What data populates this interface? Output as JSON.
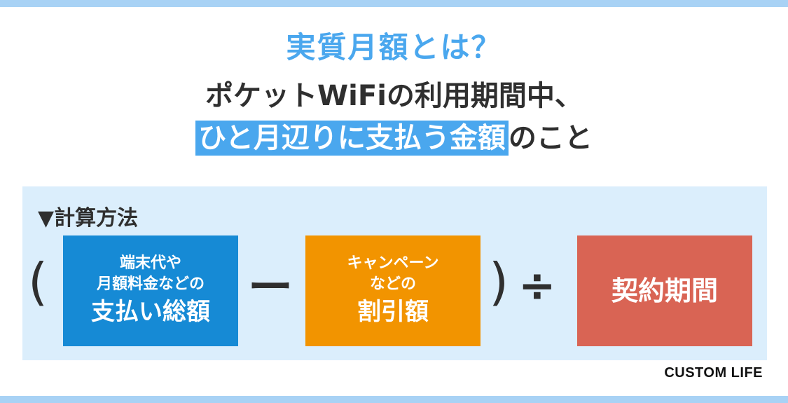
{
  "colors": {
    "border": "#a8d2f5",
    "accent_blue": "#4aa7ee",
    "highlight_bg": "#4aa7ee",
    "panel_bg": "#dbeefc",
    "box1_bg": "#168ad5",
    "box2_bg": "#f29400",
    "box3_bg": "#d96454"
  },
  "header": {
    "title": "実質月額とは？",
    "line1": "ポケットWiFiの利用期間中、",
    "line2_highlight": "ひと月辺りに支払う金額",
    "line2_rest": "のこと"
  },
  "method": {
    "label": "▼計算方法",
    "open_paren": "(",
    "close_paren": ")",
    "minus": "ー",
    "divide": "÷",
    "box1": {
      "line1": "端末代や",
      "line2": "月額料金などの",
      "line3": "支払い総額"
    },
    "box2": {
      "line1": "キャンペーン",
      "line2": "などの",
      "line3": "割引額"
    },
    "box3": {
      "label": "契約期間"
    }
  },
  "logo": {
    "text": "CUSTOM LIFE"
  }
}
